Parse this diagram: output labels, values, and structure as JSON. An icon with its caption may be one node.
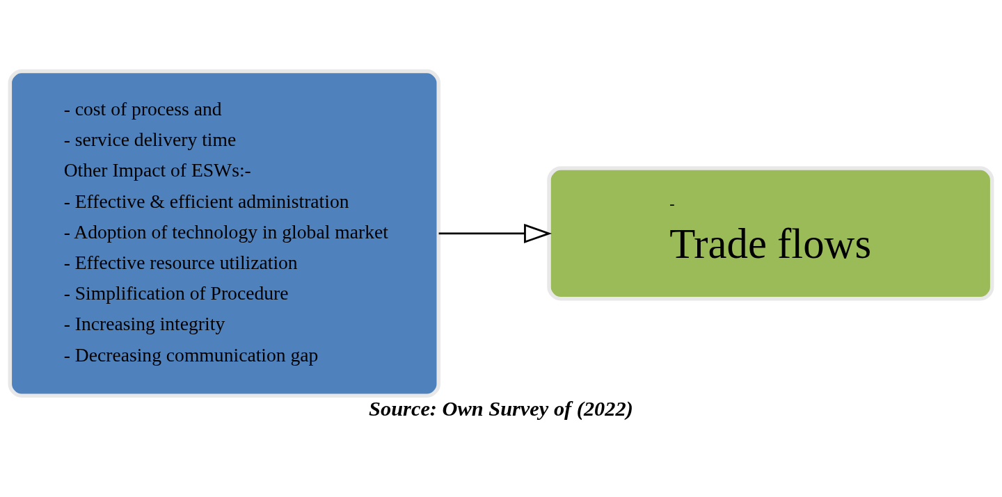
{
  "diagram": {
    "caption": "Source: Own Survey of (2022)",
    "nodes": [
      {
        "text": [
          "- cost of process and",
          "- service delivery time",
          "Other Impact of ESWs:-",
          "- Effective & efficient administration",
          "- Adoption of technology in global market",
          "- Effective resource utilization",
          "- Simplification of Procedure",
          "- Increasing integrity",
          "- Decreasing communication gap"
        ]
      },
      {
        "text": [
          "-",
          "Trade flows"
        ]
      }
    ],
    "edges": [
      {
        "from": 0,
        "to": 1,
        "arrow": "to"
      }
    ]
  }
}
